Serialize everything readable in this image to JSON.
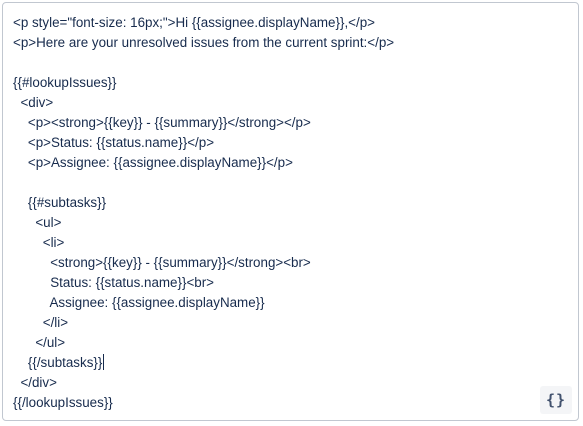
{
  "editor": {
    "lines": [
      "<p style=\"font-size: 16px;\">Hi {{assignee.displayName}},</p>",
      "<p>Here are your unresolved issues from the current sprint:</p>",
      "",
      "{{#lookupIssues}}",
      "  <div>",
      "    <p><strong>{{key}} - {{summary}}</strong></p>",
      "    <p>Status: {{status.name}}</p>",
      "    <p>Assignee: {{assignee.displayName}}</p>",
      "",
      "    {{#subtasks}}",
      "      <ul>",
      "        <li>",
      "          <strong>{{key}} - {{summary}}</strong><br>",
      "          Status: {{status.name}}<br>",
      "          Assignee: {{assignee.displayName}}",
      "        </li>",
      "      </ul>",
      "    {{/subtasks}}",
      "  </div>",
      "{{/lookupIssues}}"
    ],
    "caret_line": 17,
    "format_button": {
      "icon": "curly-braces-icon",
      "glyph": "{}"
    }
  }
}
